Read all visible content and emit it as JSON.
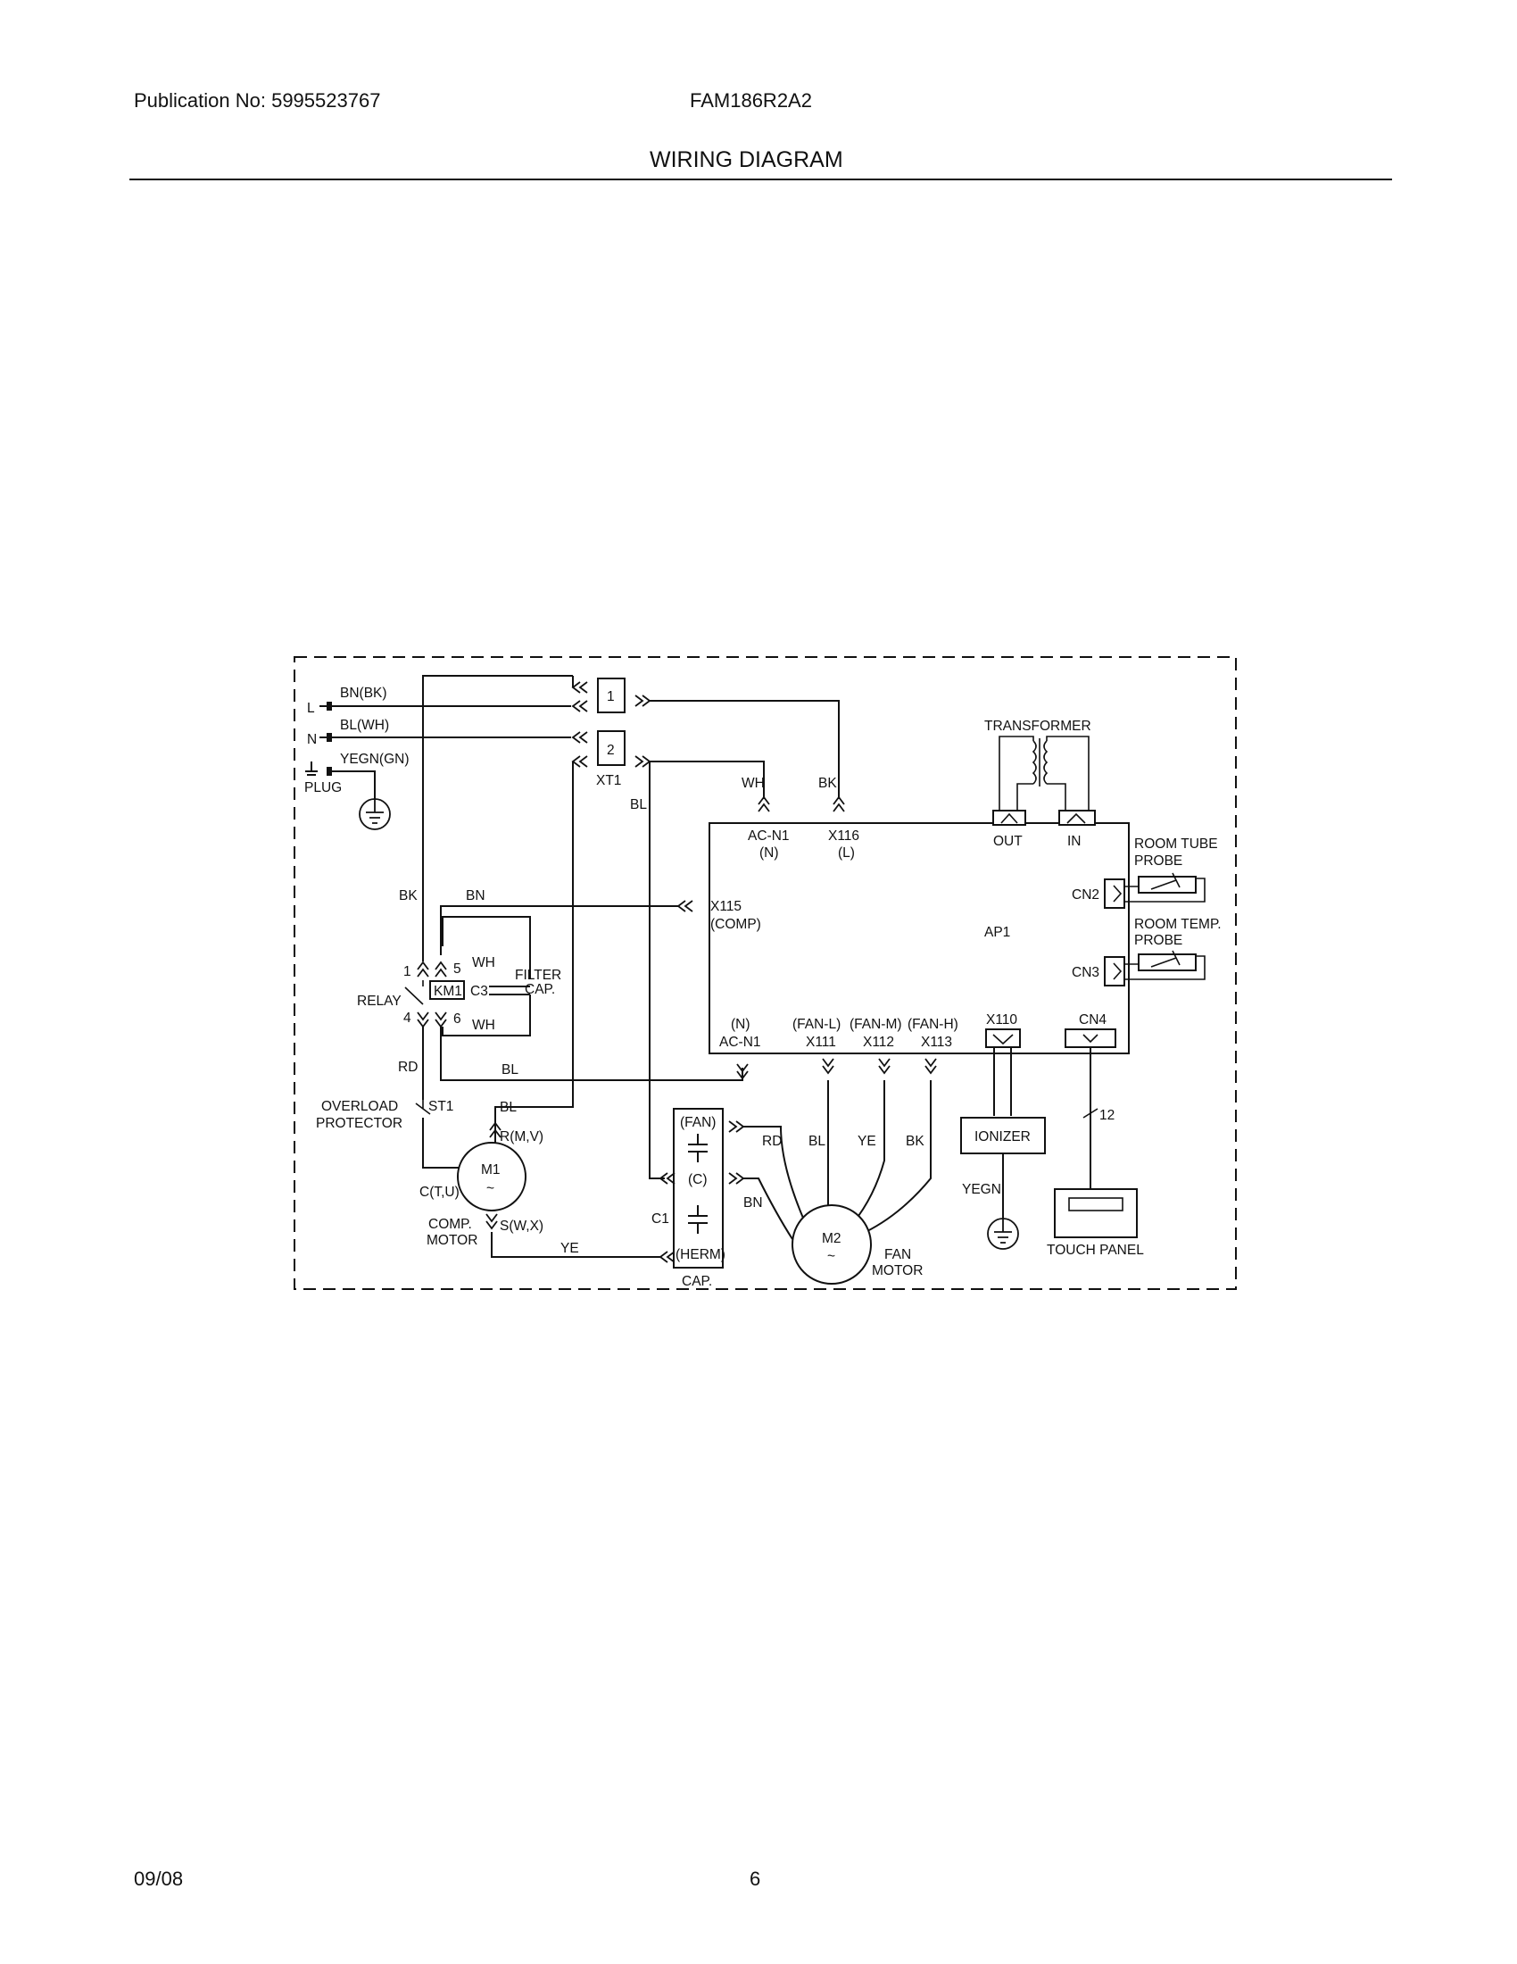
{
  "header": {
    "publication": "Publication No: 5995523767",
    "model": "FAM186R2A2",
    "title": "WIRING DIAGRAM"
  },
  "footer": {
    "date": "09/08",
    "page_number": "6"
  },
  "labels": {
    "L": "L",
    "N": "N",
    "bn_bk": "BN(BK)",
    "bl_wh": "BL(WH)",
    "yegn_gn": "YEGN(GN)",
    "plug": "PLUG",
    "xt1": "XT1",
    "xt1_1": "1",
    "xt1_2": "2",
    "bl_a": "BL",
    "wh_a": "WH",
    "bk_a": "BK",
    "acn1_top": "AC-N1",
    "n_top": "(N)",
    "x116": "X116",
    "l_top": "(L)",
    "transformer": "TRANSFORMER",
    "out": "OUT",
    "in": "IN",
    "room_tube": "ROOM TUBE",
    "probe1": "PROBE",
    "cn2": "CN2",
    "room_temp": "ROOM TEMP.",
    "probe2": "PROBE",
    "cn3": "CN3",
    "ap1": "AP1",
    "bk_b": "BK",
    "bn_b": "BN",
    "x115": "X115",
    "comp": "(COMP)",
    "relay_1": "1",
    "relay_5": "5",
    "wh_b": "WH",
    "relay": "RELAY",
    "km1": "KM1",
    "c3": "C3",
    "filter": "FILTER",
    "cap_filter": "CAP.",
    "relay_4": "4",
    "relay_6": "6",
    "wh_c": "WH",
    "n_bot": "(N)",
    "acn1_bot": "AC-N1",
    "fan_l": "(FAN-L)",
    "x111": "X111",
    "fan_m": "(FAN-M)",
    "x112": "X112",
    "fan_h": "(FAN-H)",
    "x113": "X113",
    "x110": "X110",
    "cn4": "CN4",
    "rd_a": "RD",
    "bl_b": "BL",
    "overload": "OVERLOAD",
    "protector": "PROTECTOR",
    "st1": "ST1",
    "bl_c": "BL",
    "rmv": "R(M,V)",
    "m1": "M1",
    "ctu": "C(T,U)",
    "tilde1": "~",
    "comp_label": "COMP.",
    "motor1": "MOTOR",
    "swx": "S(W,X)",
    "ye_a": "YE",
    "cap_fan": "(FAN)",
    "cap_c": "(C)",
    "cap_herm": "(HERM)",
    "c1": "C1",
    "cap_main": "CAP.",
    "rd_b": "RD",
    "bl_d": "BL",
    "ye_b": "YE",
    "bk_c": "BK",
    "bn_c": "BN",
    "m2": "M2",
    "tilde2": "~",
    "fan_label": "FAN",
    "motor2": "MOTOR",
    "ionizer": "IONIZER",
    "yegn": "YEGN",
    "n12": "12",
    "touch_panel": "TOUCH PANEL"
  }
}
